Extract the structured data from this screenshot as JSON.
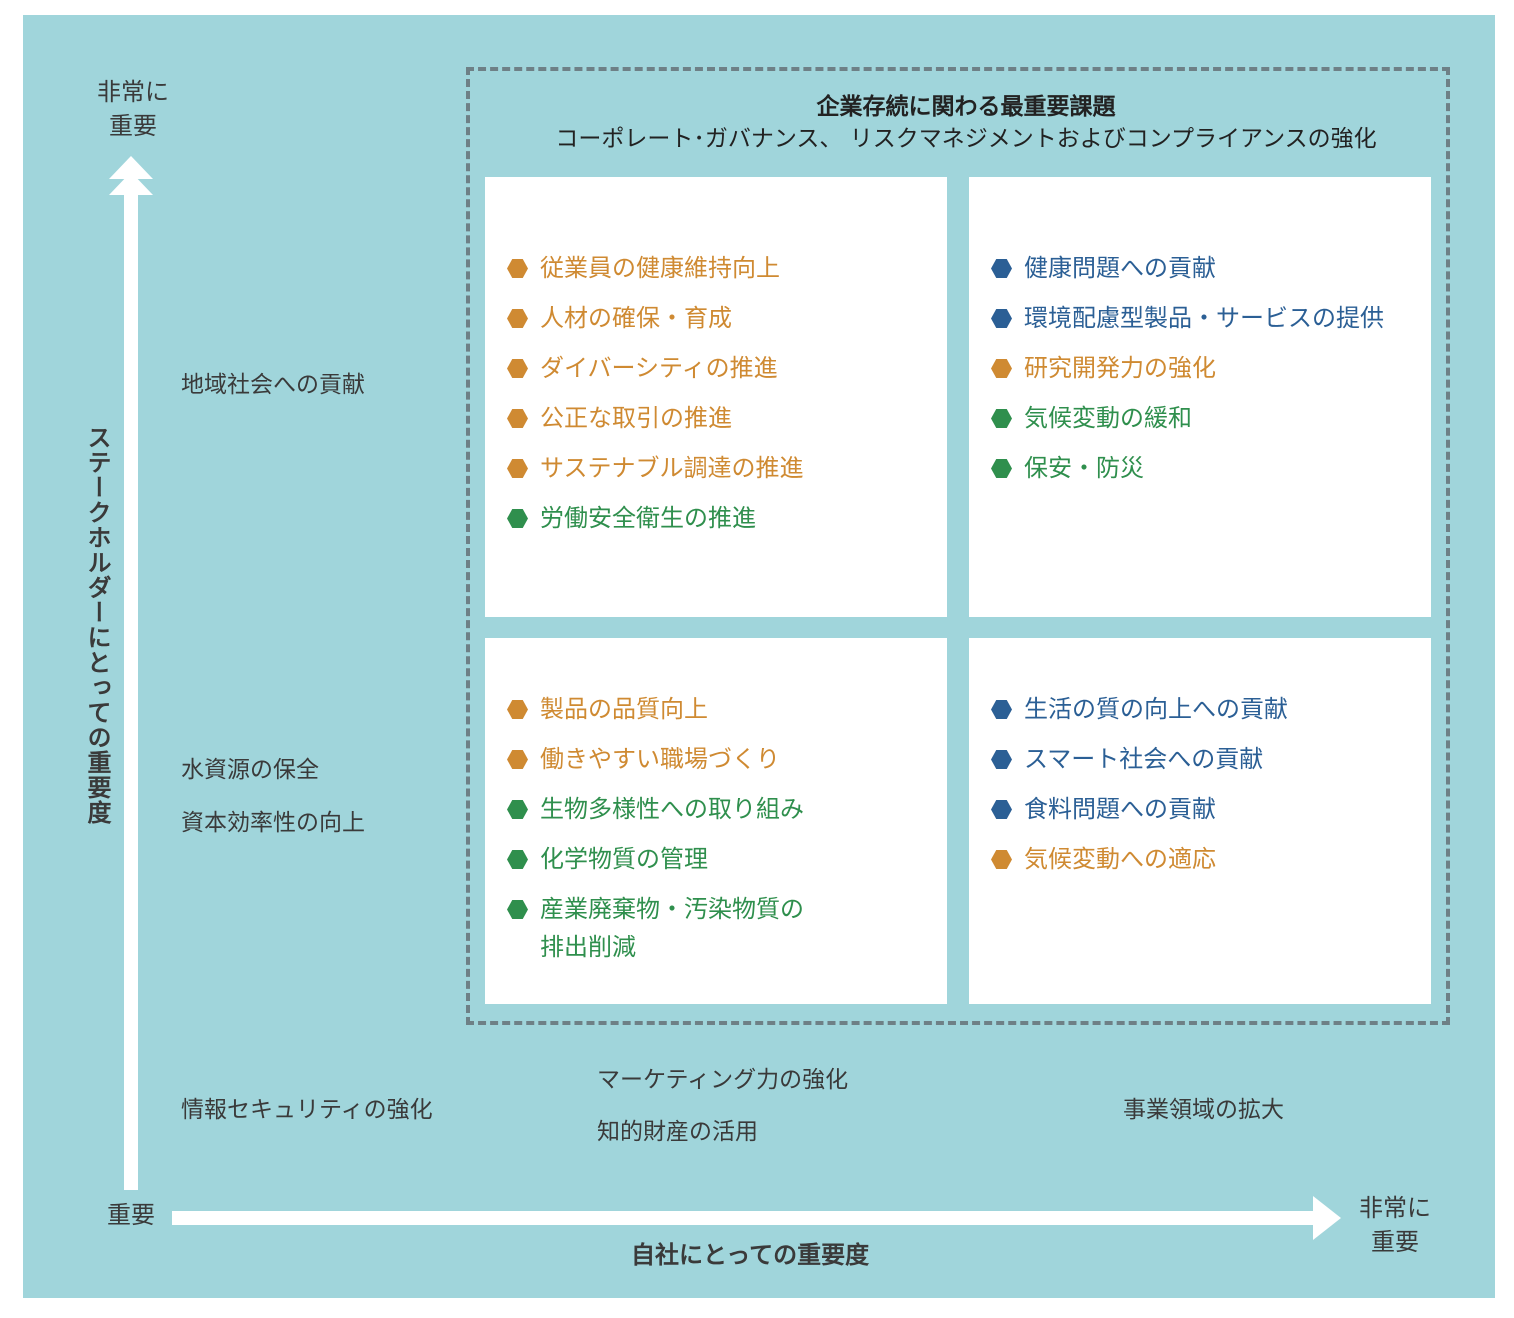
{
  "colors": {
    "background": "#a0d5db",
    "orange": "#cf8a32",
    "blue": "#2b5f95",
    "green": "#2f8f4d",
    "dash": "#6e8086"
  },
  "axes": {
    "y_top_label": "非常に\n重要",
    "y_title": "ステークホルダーにとっての重要度",
    "origin_label": "重要",
    "x_right_label": "非常に\n重要",
    "x_title": "自社にとっての重要度"
  },
  "top_box": {
    "title": "企業存続に関わる最重要課題",
    "subtitle": "コーポレート･ガバナンス、 リスクマネジメントおよびコンプライアンスの強化"
  },
  "quadrants": {
    "upper_left": [
      {
        "text": "従業員の健康維持向上",
        "color": "orange"
      },
      {
        "text": "人材の確保・育成",
        "color": "orange"
      },
      {
        "text": "ダイバーシティの推進",
        "color": "orange"
      },
      {
        "text": "公正な取引の推進",
        "color": "orange"
      },
      {
        "text": "サステナブル調達の推進",
        "color": "orange"
      },
      {
        "text": "労働安全衛生の推進",
        "color": "green"
      }
    ],
    "upper_right": [
      {
        "text": "健康問題への貢献",
        "color": "blue"
      },
      {
        "text": "環境配慮型製品・サービスの提供",
        "color": "blue"
      },
      {
        "text": "研究開発力の強化",
        "color": "orange"
      },
      {
        "text": "気候変動の緩和",
        "color": "green"
      },
      {
        "text": "保安・防災",
        "color": "green"
      }
    ],
    "lower_left": [
      {
        "text": "製品の品質向上",
        "color": "orange"
      },
      {
        "text": "働きやすい職場づくり",
        "color": "orange"
      },
      {
        "text": "生物多様性への取り組み",
        "color": "green"
      },
      {
        "text": "化学物質の管理",
        "color": "green"
      },
      {
        "text": "産業廃棄物・汚染物質の\n排出削減",
        "color": "green"
      }
    ],
    "lower_right": [
      {
        "text": "生活の質の向上への貢献",
        "color": "blue"
      },
      {
        "text": "スマート社会への貢献",
        "color": "blue"
      },
      {
        "text": "食料問題への貢献",
        "color": "blue"
      },
      {
        "text": "気候変動への適応",
        "color": "orange"
      }
    ]
  },
  "outside_items": {
    "left_upper": "地域社会への貢献",
    "left_middle_1": "水資源の保全",
    "left_middle_2": "資本効率性の向上",
    "bottom_left": "情報セキュリティの強化",
    "bottom_center_1": "マーケティング力の強化",
    "bottom_center_2": "知的財産の活用",
    "bottom_right": "事業領域の拡大"
  }
}
